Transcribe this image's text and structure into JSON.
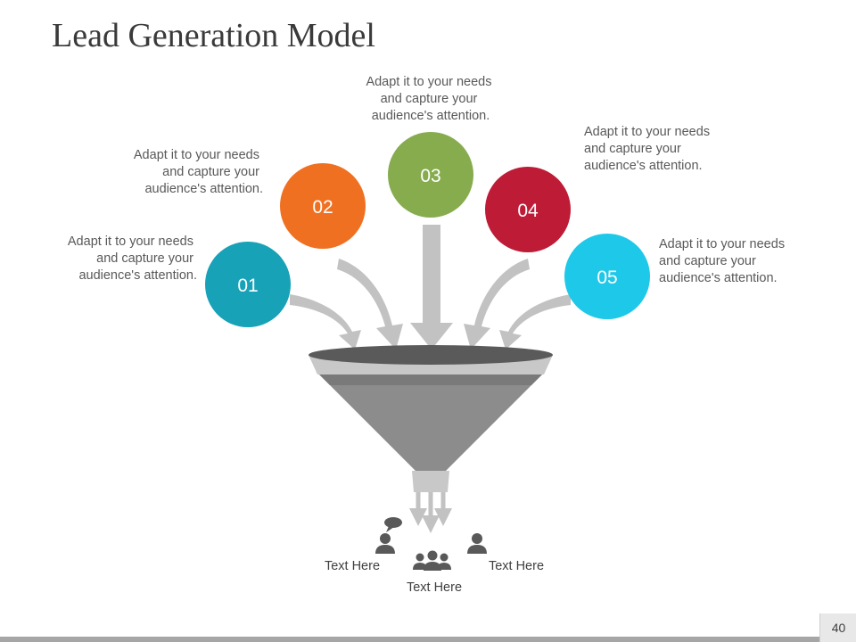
{
  "title": "Lead Generation Model",
  "steps": [
    {
      "number": "01",
      "color": "#17a2b8",
      "lines": [
        "Adapt it to your needs",
        "and capture your",
        "audience's attention."
      ]
    },
    {
      "number": "02",
      "color": "#f07022",
      "lines": [
        "Adapt it to your needs",
        "and capture your",
        "audience's attention."
      ]
    },
    {
      "number": "03",
      "color": "#86ac4e",
      "lines": [
        "Adapt it to your needs",
        "and capture your",
        "audience's attention."
      ]
    },
    {
      "number": "04",
      "color": "#be1b37",
      "lines": [
        "Adapt it to your needs",
        "and capture your",
        "audience's attention."
      ]
    },
    {
      "number": "05",
      "color": "#1ec8e8",
      "lines": [
        "Adapt it to your needs",
        "and capture your",
        "audience's attention."
      ]
    }
  ],
  "outputs": [
    {
      "icon": "person-speech-icon",
      "label": "Text Here"
    },
    {
      "icon": "group-icon",
      "label": "Text Here"
    },
    {
      "icon": "person-icon",
      "label": "Text Here"
    }
  ],
  "page_number": "40"
}
